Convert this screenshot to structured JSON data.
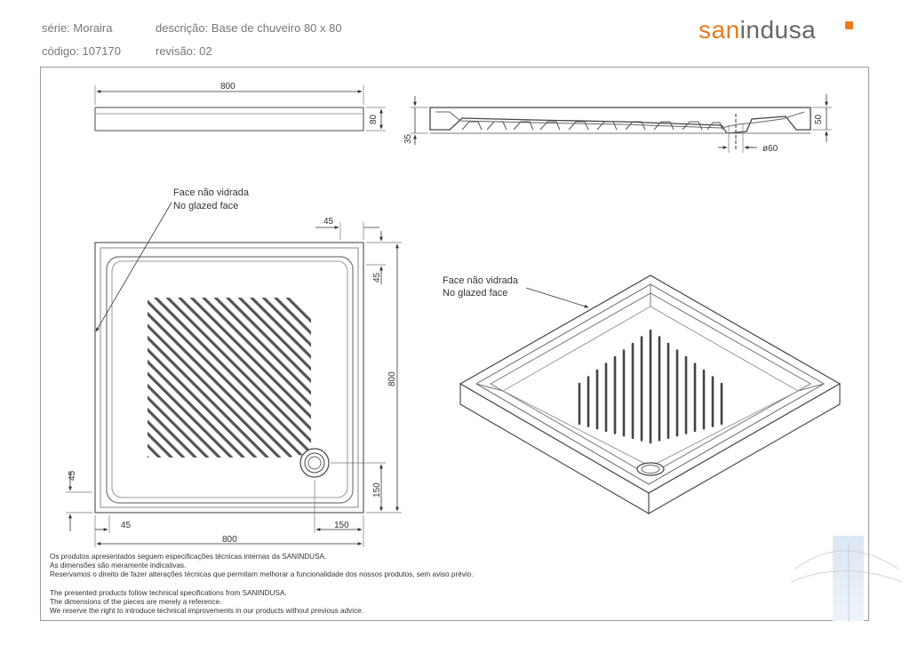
{
  "header": {
    "serie_label": "série:",
    "serie_value": "Moraira",
    "descricao_label": "descrição:",
    "descricao_value": "Base de chuveiro 80 x 80",
    "codigo_label": "código:",
    "codigo_value": "107170",
    "revisao_label": "revisão:",
    "revisao_value": "02"
  },
  "logo": {
    "part1": "san",
    "part2": "indusa"
  },
  "dimensions": {
    "side_width": "800",
    "side_height": "80",
    "section_height": "35",
    "section_rim": "50",
    "drain_diameter": "ø60",
    "plan_rim_top": "45",
    "plan_rim_right": "45",
    "plan_height": "800",
    "plan_drain_y": "150",
    "plan_rim_left": "45",
    "plan_rim_bottom": "45",
    "plan_drain_x": "150",
    "plan_width": "800"
  },
  "labels": {
    "face_pt": "Face não vidrada",
    "face_en": "No glazed face"
  },
  "notes": {
    "pt1": "Os produtos apresentados seguem especificações técnicas internas da SANINDUSA.",
    "pt2": "As dimensões são meramente indicativas.",
    "pt3": "Reservamos o direito de fazer alterações técnicas que permitam melhorar a funcionalidade dos nossos produtos, sem aviso prévio.",
    "en1": "The presented products follow technical specifications from SANINDUSA.",
    "en2": "The dimensions of the pieces are merely a reference.",
    "en3": "We reserve the right to introduce technical improvements in our products without previous advice."
  }
}
